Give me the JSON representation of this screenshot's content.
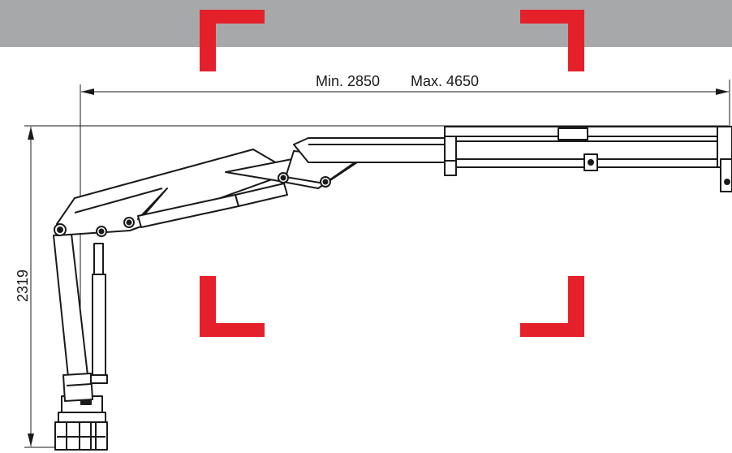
{
  "colors": {
    "header_band": "#a7a8aa",
    "focus_brackets": "#e4202a",
    "line_art": "#1a1a1a",
    "background": "#ffffff"
  },
  "dimensions": {
    "reach_min": "Min. 2850",
    "reach_max": "Max. 4650",
    "height": "2319"
  },
  "subject": {
    "icon": "crane-arm-icon",
    "focus_frame_icon": "focus-bracket-icon"
  }
}
